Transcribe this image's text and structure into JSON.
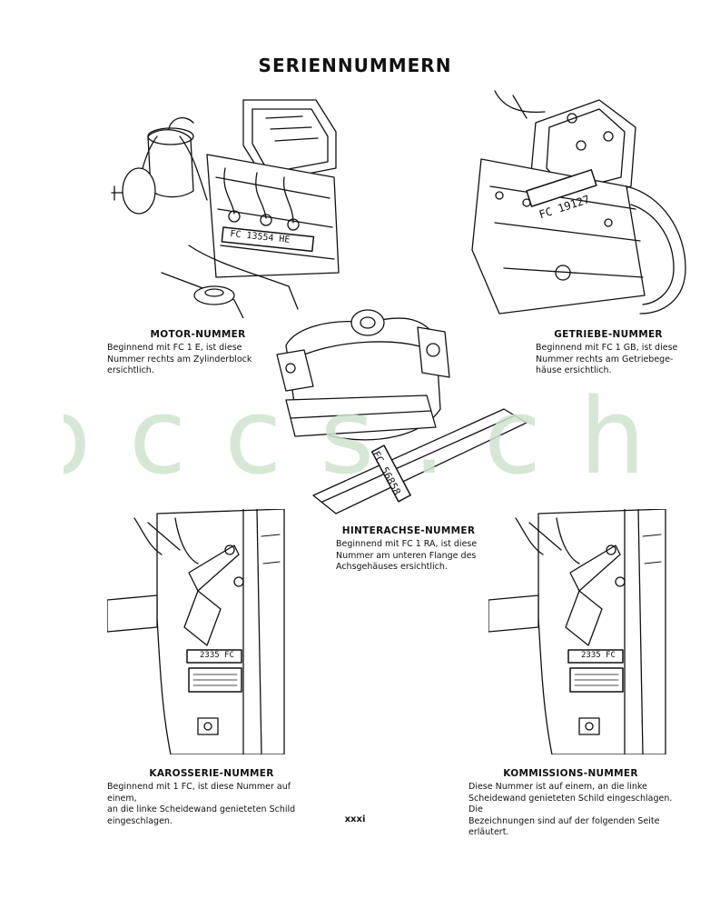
{
  "page": {
    "title": "SERIENNUMMERN",
    "page_number": "xxxi",
    "watermark": "bccs.ch",
    "watermark_color": "#cfe3cf"
  },
  "sections": {
    "motor": {
      "heading": "MOTOR-NUMMER",
      "lines": [
        "Beginnend mit FC 1 E, ist diese",
        "Nummer rechts am Zylinderblock",
        "ersichtlich."
      ],
      "plate": "FC 13554 HE"
    },
    "getriebe": {
      "heading": "GETRIEBE-NUMMER",
      "lines": [
        "Beginnend mit FC 1 GB, ist diese",
        "Nummer rechts am Getriebege-",
        "häuse ersichtlich."
      ],
      "plate": "FC 19127"
    },
    "hinterachse": {
      "heading": "HINTERACHSE-NUMMER",
      "lines": [
        "Beginnend mit FC 1 RA, ist diese",
        "Nummer am unteren Flange des",
        "Achsgehäuses ersichtlich."
      ],
      "plate": "FC 56858"
    },
    "karosserie": {
      "heading": "KAROSSERIE-NUMMER",
      "lines": [
        "Beginnend mit 1 FC, ist diese Nummer auf einem,",
        "an die linke Scheidewand genieteten Schild",
        "eingeschlagen."
      ],
      "plate": "2335 FC"
    },
    "kommission": {
      "heading": "KOMMISSIONS-NUMMER",
      "lines": [
        "Diese Nummer ist auf einem, an die linke",
        "Scheidewand genieteten Schild eingeschlagen. Die",
        "Bezeichnungen sind auf der folgenden Seite",
        "erläutert."
      ],
      "plate": "2335 FC"
    }
  }
}
